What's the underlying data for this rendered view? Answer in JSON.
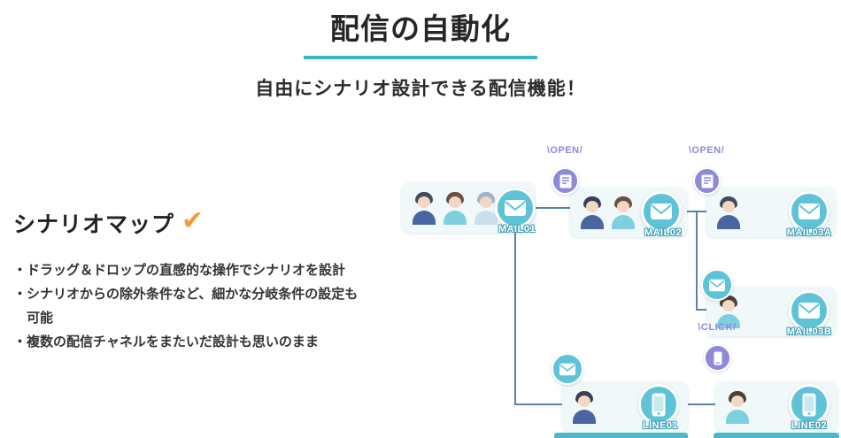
{
  "page": {
    "title": "配信の自動化",
    "subtitle": "自由にシナリオ設計できる配信機能！"
  },
  "feature": {
    "heading": "シナリオマップ",
    "bullets": [
      "・ドラッグ＆ドロップの直感的な操作でシナリオを設計",
      "・シナリオからの除外条件など、細かな分岐条件の設定も可能",
      "・複数の配信チャネルをまたいだ設計も思いのまま"
    ]
  },
  "icons": {
    "check_glyph": "✔"
  },
  "diagram": {
    "nodes": [
      {
        "id": "MAIL01",
        "label": "MAIL01",
        "channel": "mail",
        "people": 3
      },
      {
        "id": "MAIL02",
        "label": "MAIL02",
        "channel": "mail",
        "people": 2
      },
      {
        "id": "MAIL03A",
        "label": "MAIL03A",
        "channel": "mail",
        "people": 1
      },
      {
        "id": "MAIL03B",
        "label": "MAIL03B",
        "channel": "mail",
        "people": 1
      },
      {
        "id": "LINE01",
        "label": "LINE01",
        "channel": "line",
        "people": 1
      },
      {
        "id": "LINE02",
        "label": "LINE02",
        "channel": "line",
        "people": 1
      }
    ],
    "badges": [
      {
        "label": "\\OPEN/",
        "target": "MAIL02",
        "icon": "document-icon"
      },
      {
        "label": "\\OPEN/",
        "target": "MAIL03A",
        "icon": "document-icon"
      },
      {
        "label": "\\CLICK/",
        "target": "LINE02",
        "icon": "phone-icon"
      }
    ]
  },
  "colors": {
    "accent_teal": "#33b6c7",
    "icon_teal": "#5fc3d7",
    "badge_purple": "#8d8ad9",
    "connector_blue": "#5b82a6",
    "check_orange": "#f29b38",
    "text_dark": "#2b2b2b"
  }
}
